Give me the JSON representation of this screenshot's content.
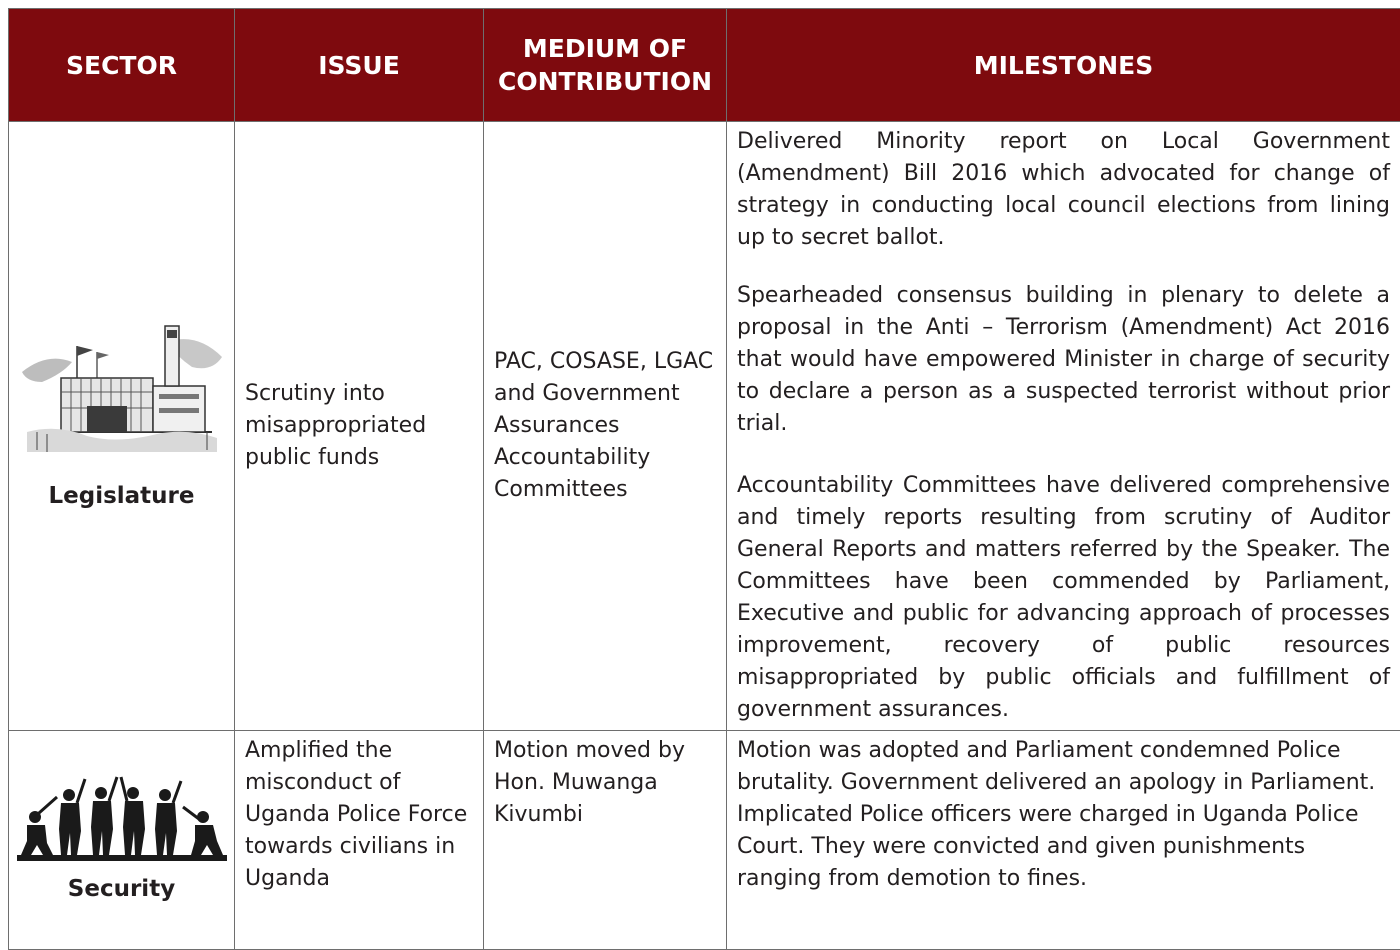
{
  "headers": {
    "sector": "SECTOR",
    "issue": "ISSUE",
    "medium": "MEDIUM OF CONTRIBUTION",
    "milestones": "MILESTONES"
  },
  "rows": [
    {
      "sector": "Legislature",
      "sector_image_icon": "parliament-building-icon",
      "issue": "Scrutiny into misappropriated public funds",
      "medium": "PAC, COSASE, LGAC and Government Assurances Accountability Committees",
      "milestones": [
        "Delivered Minority report on Local Government (Amendment) Bill 2016 which advocated for change of strategy in conducting local council elections from lining up to secret ballot.",
        "Spearheaded consensus building in plenary to delete a proposal in the Anti – Terrorism (Amendment) Act 2016 that would have empowered Minister in charge of security to declare a person as a suspected terrorist without prior trial.",
        "Accountability Committees have delivered comprehensive and timely reports resulting from scrutiny of Auditor General Reports and matters referred by the Speaker. The Committees have been commended by Parliament, Executive and public for advancing approach of processes improvement, recovery of public resources misappropriated by public officials and fulfillment of government assurances."
      ]
    },
    {
      "sector": "Security",
      "sector_image_icon": "soldiers-silhouette-icon",
      "issue": "Amplified the misconduct of Uganda Police Force towards civilians in Uganda",
      "medium": "Motion moved by Hon. Muwanga Kivumbi",
      "milestones": [
        "Motion was adopted and Parliament condemned Police brutality. Government delivered an apology in Parliament. Implicated Police officers were charged in Uganda Police Court. They were convicted and given punishments ranging from demotion to fines."
      ]
    }
  ],
  "colors": {
    "header_bg": "#7e0a0e",
    "header_text": "#ffffff",
    "body_text": "#231f20",
    "border": "#6e6e6e"
  }
}
